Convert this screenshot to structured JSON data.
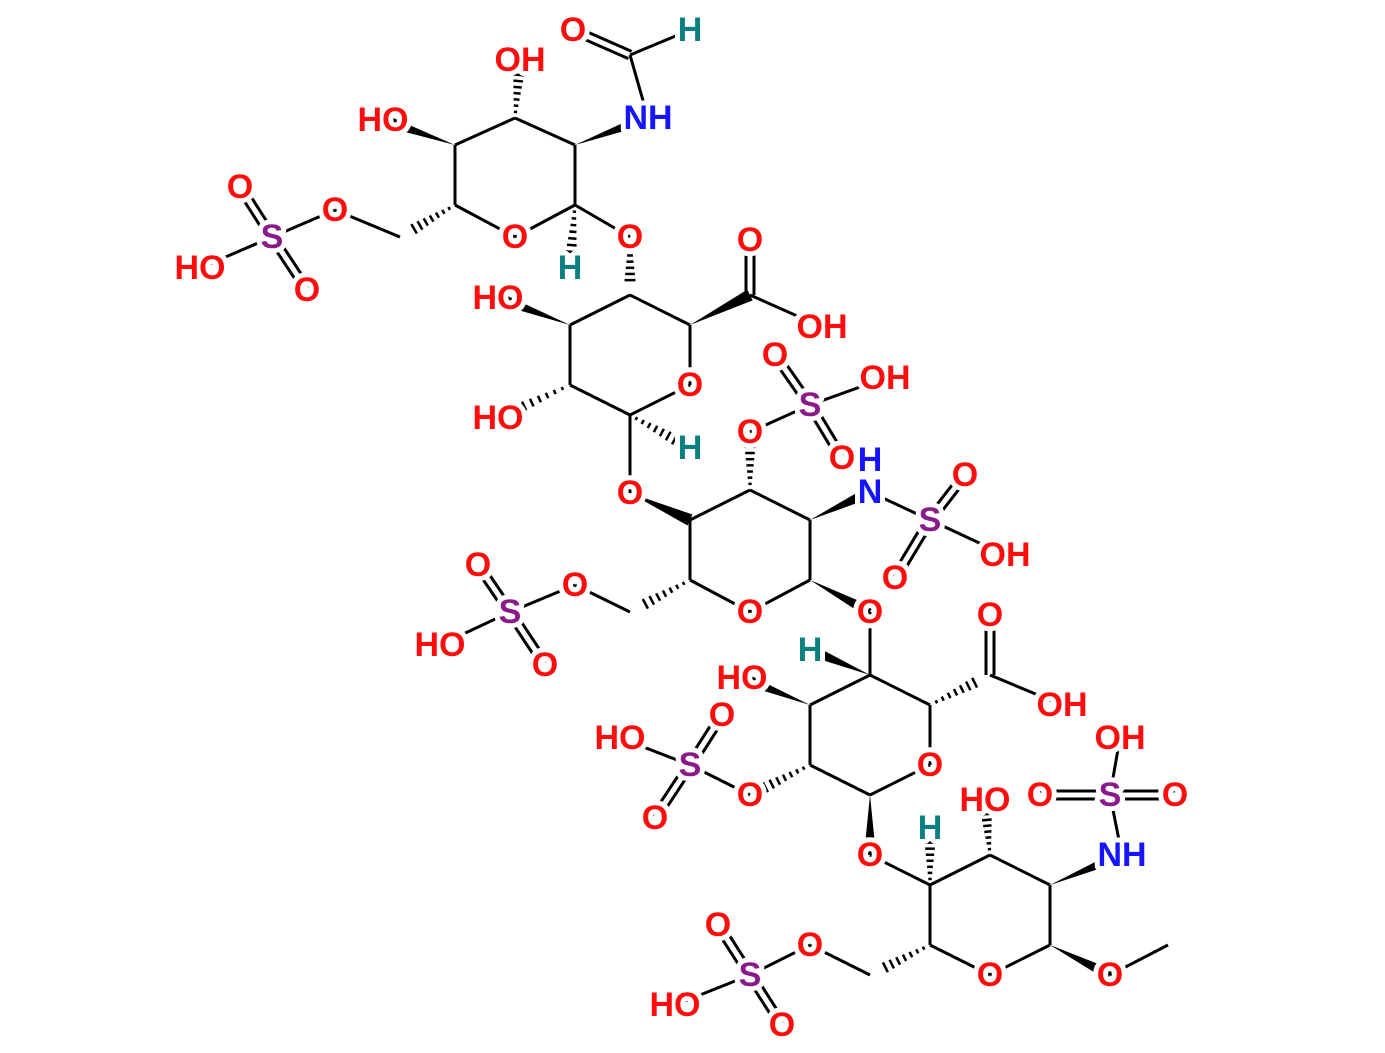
{
  "title": "Heparin-like pentasaccharide structure",
  "colors": {
    "O": "#ff0d0d",
    "N": "#1414ff",
    "S": "#8a1a8a",
    "H": "#0a8080",
    "bond": "#000000"
  },
  "atoms": {
    "o3": {
      "label": "OH",
      "el": "O"
    },
    "o4": {
      "label": "HO",
      "el": "O"
    },
    "n2": {
      "label": "NH",
      "el": "N"
    },
    "of": {
      "label": "O",
      "el": "O"
    },
    "hf": {
      "label": "H",
      "el": "H"
    },
    "o6": {
      "label": "O",
      "el": "O"
    },
    "s1": {
      "label": "S",
      "el": "S"
    },
    "s1a": {
      "label": "O",
      "el": "O"
    },
    "s1b": {
      "label": "O",
      "el": "O"
    },
    "s1c": {
      "label": "HO",
      "el": "O"
    },
    "h1": {
      "label": "H",
      "el": "H"
    },
    "o15": {
      "label": "O",
      "el": "O"
    },
    "o1": {
      "label": "O",
      "el": "O"
    },
    "bco": {
      "label": "O",
      "el": "O"
    },
    "bcoh": {
      "label": "OH",
      "el": "O"
    },
    "ob": {
      "label": "O",
      "el": "O"
    },
    "hb": {
      "label": "H",
      "el": "H"
    },
    "ob4": {
      "label": "HO",
      "el": "O"
    },
    "ob5": {
      "label": "HO",
      "el": "O"
    },
    "ob3": {
      "label": "O",
      "el": "O"
    },
    "oc": {
      "label": "O",
      "el": "O"
    },
    "oc2": {
      "label": "O",
      "el": "O"
    },
    "s2": {
      "label": "S",
      "el": "S"
    },
    "s2a": {
      "label": "O",
      "el": "O"
    },
    "s2b": {
      "label": "OH",
      "el": "O"
    },
    "s2c": {
      "label": "O",
      "el": "O"
    },
    "nc3": {
      "label": "N",
      "el": "N"
    },
    "hn3": {
      "label": "H",
      "el": "N"
    },
    "s3": {
      "label": "S",
      "el": "S"
    },
    "s3a": {
      "label": "O",
      "el": "O"
    },
    "s3b": {
      "label": "OH",
      "el": "O"
    },
    "s3c": {
      "label": "O",
      "el": "O"
    },
    "oc6": {
      "label": "O",
      "el": "O"
    },
    "s4": {
      "label": "S",
      "el": "S"
    },
    "s4a": {
      "label": "O",
      "el": "O"
    },
    "s4b": {
      "label": "O",
      "el": "O"
    },
    "s4c": {
      "label": "HO",
      "el": "O"
    },
    "oc4": {
      "label": "O",
      "el": "O"
    },
    "hd": {
      "label": "H",
      "el": "H"
    },
    "dco": {
      "label": "O",
      "el": "O"
    },
    "dcoh": {
      "label": "OH",
      "el": "O"
    },
    "od": {
      "label": "O",
      "el": "O"
    },
    "od3": {
      "label": "O",
      "el": "O"
    },
    "od4": {
      "label": "O",
      "el": "O"
    },
    "s5": {
      "label": "S",
      "el": "S"
    },
    "s5a": {
      "label": "O",
      "el": "O"
    },
    "s5b": {
      "label": "O",
      "el": "O"
    },
    "s5c": {
      "label": "HO",
      "el": "O"
    },
    "od5": {
      "label": "HO",
      "el": "O"
    },
    "he": {
      "label": "H",
      "el": "H"
    },
    "oe2": {
      "label": "HO",
      "el": "O"
    },
    "ne3": {
      "label": "NH",
      "el": "N"
    },
    "s6": {
      "label": "S",
      "el": "S"
    },
    "s6a": {
      "label": "O",
      "el": "O"
    },
    "s6b": {
      "label": "O",
      "el": "O"
    },
    "s6c": {
      "label": "OH",
      "el": "O"
    },
    "oe4": {
      "label": "O",
      "el": "O"
    },
    "oe": {
      "label": "O",
      "el": "O"
    },
    "oe6": {
      "label": "O",
      "el": "O"
    },
    "s7": {
      "label": "S",
      "el": "S"
    },
    "s7a": {
      "label": "O",
      "el": "O"
    },
    "s7b": {
      "label": "O",
      "el": "O"
    },
    "s7c": {
      "label": "HO",
      "el": "O"
    }
  }
}
